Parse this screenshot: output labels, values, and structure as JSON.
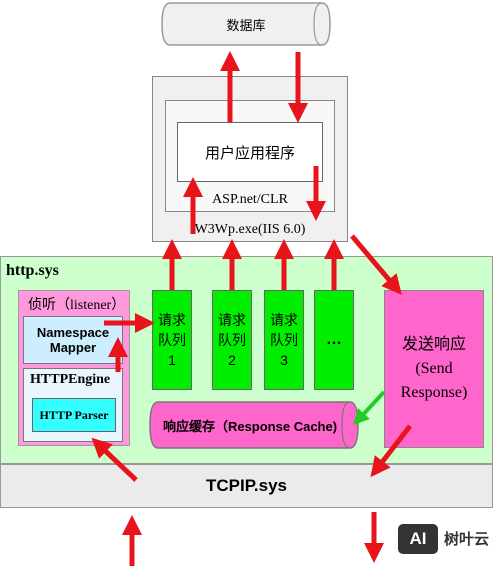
{
  "database": {
    "label": "数据库"
  },
  "w3wp": {
    "label": "W3Wp.exe(IIS 6.0)"
  },
  "aspnet": {
    "label": "ASP.net/CLR"
  },
  "app": {
    "label": "用户应用程序"
  },
  "httpsys": {
    "label": "http.sys"
  },
  "listener": {
    "label": "侦听（listener）",
    "namespace_mapper": "Namespace Mapper",
    "http_engine": "HTTPEngine",
    "http_parser": "HTTP Parser"
  },
  "queues": [
    {
      "lines": [
        "请求",
        "队列",
        "1"
      ]
    },
    {
      "lines": [
        "请求",
        "队列",
        "2"
      ]
    },
    {
      "lines": [
        "请求",
        "队列",
        "3"
      ]
    },
    {
      "lines": [
        "…",
        "",
        ""
      ]
    }
  ],
  "send_response": {
    "line1": "发送响应",
    "line2": "(Send",
    "line3": "Response)"
  },
  "response_cache": {
    "label": "响应缓存（Response Cache)"
  },
  "tcpip": {
    "label": "TCPIP.sys"
  },
  "watermark": {
    "label": "树叶云",
    "logo": "AI"
  },
  "colors": {
    "arrow": "#e8141c",
    "green_bg": "#ccffcc",
    "queue": "#00ee00",
    "pink": "#ff66cc",
    "cyan": "#33ffff",
    "gray": "#ebebeb"
  }
}
